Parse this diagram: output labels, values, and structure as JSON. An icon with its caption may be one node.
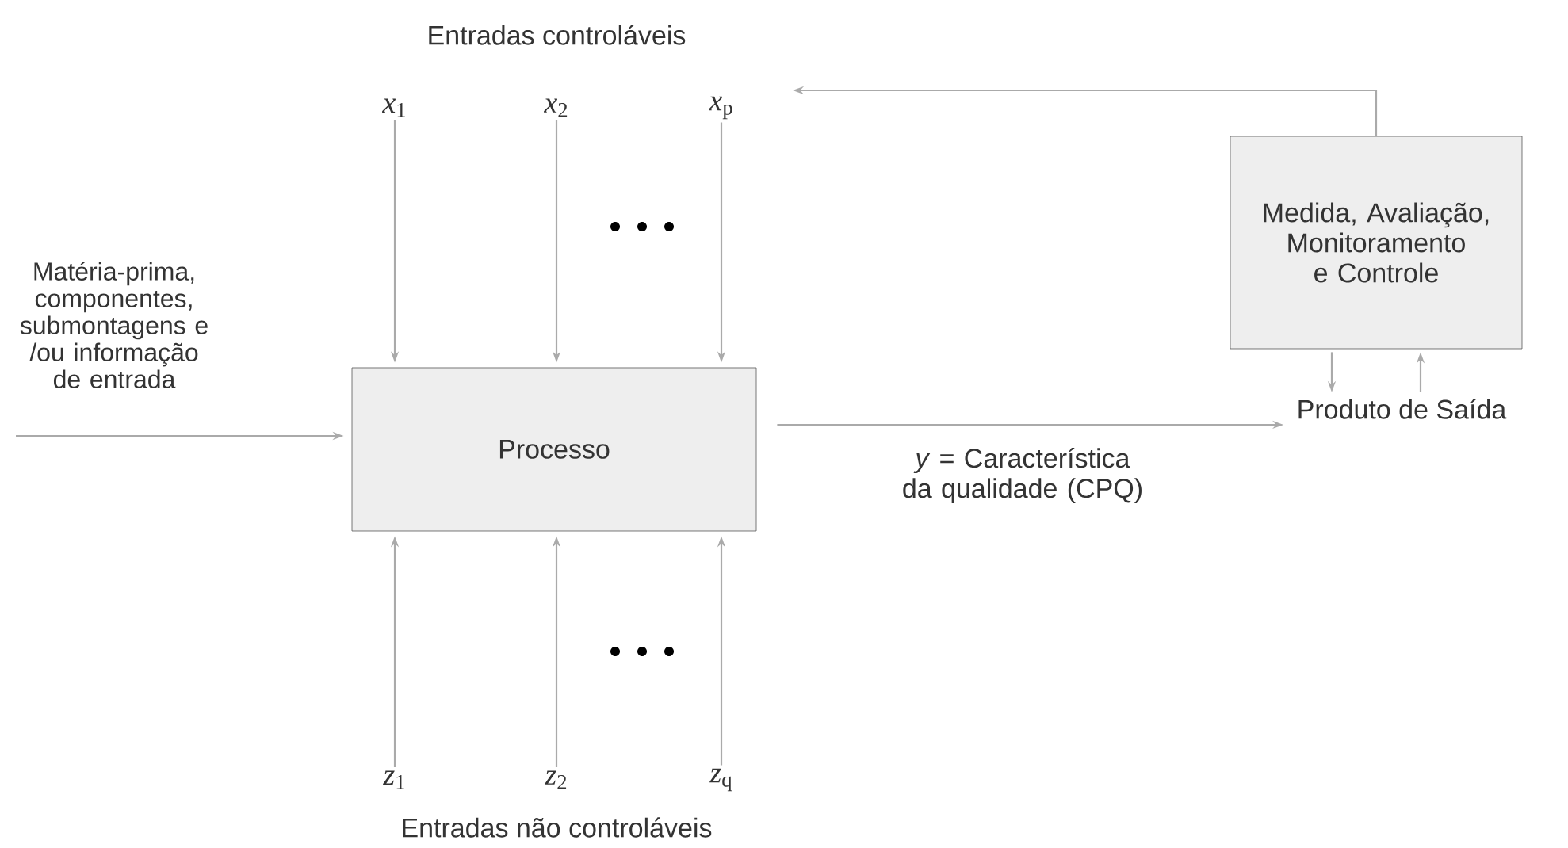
{
  "diagram": {
    "nodes": [
      {
        "text": [
          "Processo"
        ]
      },
      {
        "text": [
          "Medida, Avaliação, Monitoramento e Controle"
        ]
      },
      {
        "text": [
          "*x*$_{1}$"
        ]
      },
      {
        "text": [
          "*x*$_{2}$"
        ]
      },
      {
        "text": [
          "*x*$_{p}$"
        ]
      },
      {
        "text": [
          "*z*$_{1}$"
        ]
      },
      {
        "text": [
          "*z*$_{2}$"
        ]
      },
      {
        "text": [
          "*z*$_{q}$"
        ]
      },
      {
        "text": [
          "Produto de Saída"
        ]
      }
    ],
    "edges": [
      {
        "from": 2,
        "to": 0,
        "arrow": "to"
      },
      {
        "from": 3,
        "to": 0,
        "arrow": "to"
      },
      {
        "from": 4,
        "to": 0,
        "arrow": "to"
      },
      {
        "from": 5,
        "to": 0,
        "arrow": "to"
      },
      {
        "from": 6,
        "to": 0,
        "arrow": "to"
      },
      {
        "from": 7,
        "to": 0,
        "arrow": "to"
      },
      {
        "from": null,
        "to": 0,
        "arrow": "to",
        "label": "Matéria-prima, componentes, submontagens e /ou informação de entrada"
      },
      {
        "from": 0,
        "to": 8,
        "arrow": "to",
        "label": "*y* = Característica da qualidade (CPQ)"
      },
      {
        "from": 1,
        "to": 8,
        "arrow": "to"
      },
      {
        "from": 8,
        "to": 1,
        "arrow": "to"
      },
      {
        "from": 1,
        "to": 4,
        "arrow": "to"
      }
    ],
    "labels": [
      "Entradas controláveis",
      "Entradas não controláveis"
    ]
  }
}
